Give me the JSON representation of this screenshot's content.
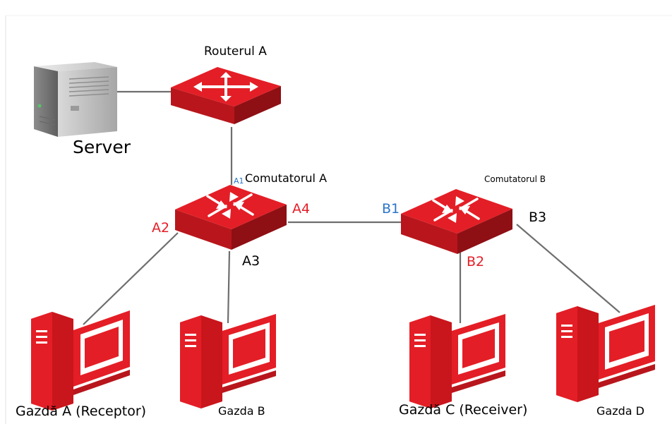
{
  "devices": {
    "server": "Server",
    "router": "Routerul A",
    "switch_a": "Comutatorul A",
    "switch_b": "Comutatorul B",
    "host_a": "Gazdă A (Receptor)",
    "host_b": "Gazda B",
    "host_c": "Gazdă C (Receiver)",
    "host_d": "Gazda D"
  },
  "ports": {
    "a1": "A1",
    "a2": "A2",
    "a3": "A3",
    "a4": "A4",
    "b1": "B1",
    "b2": "B2",
    "b3": "B3"
  },
  "colors": {
    "device_red": "#e41e26",
    "port_red": "#e41e26",
    "port_blue": "#2a74c9",
    "link_gray": "#6e6e6e"
  }
}
